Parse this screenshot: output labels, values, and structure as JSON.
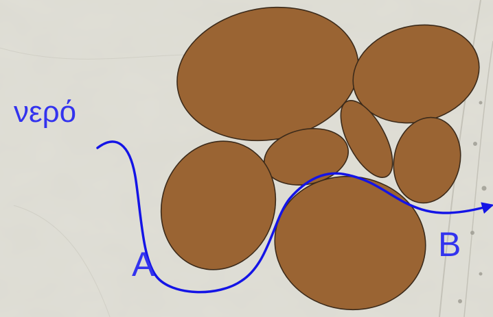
{
  "labels": {
    "water": "νερό",
    "start": "A",
    "end": "B"
  },
  "colors": {
    "grain_fill": "#9a6433",
    "grain_stroke": "#3b2a1a",
    "flow_path": "#1414e6",
    "label_text": "#3333ee",
    "background": "#dcdbd2"
  }
}
